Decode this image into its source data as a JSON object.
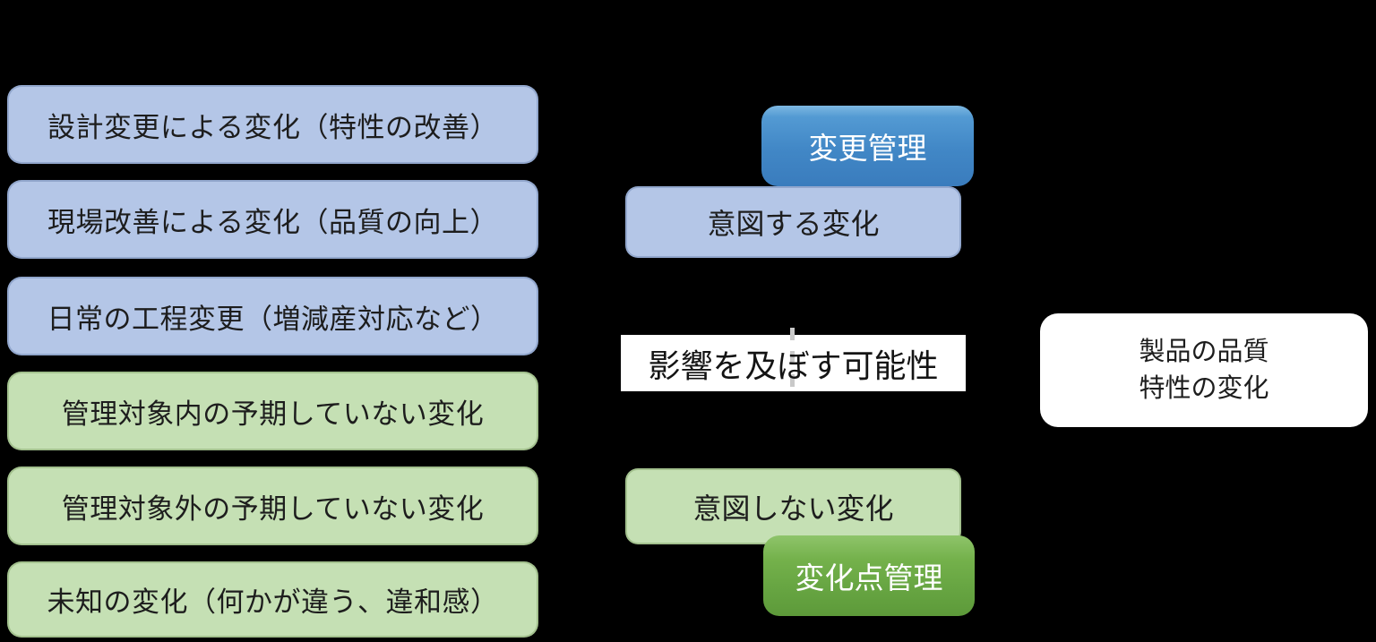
{
  "diagram": {
    "title_semantic": "change-management-vs-change-point-management",
    "left_column": {
      "boxes": [
        {
          "label": "設計変更による変化（特性の改善）",
          "type": "blue"
        },
        {
          "label": "現場改善による変化（品質の向上）",
          "type": "blue"
        },
        {
          "label": "日常の工程変更（増減産対応など）",
          "type": "blue"
        },
        {
          "label": "管理対象内の予期していない変化",
          "type": "green"
        },
        {
          "label": "管理対象外の予期していない変化",
          "type": "green"
        },
        {
          "label": "未知の変化（何かが違う、違和感）",
          "type": "green"
        }
      ]
    },
    "middle": {
      "change_control_label": "変更管理",
      "intended_change_label": "意図する変化",
      "impact_label": "影響を及ぼす可能性",
      "unintended_change_label": "意図しない変化",
      "change_point_control_label": "変化点管理"
    },
    "right": {
      "result_line1": "製品の品質",
      "result_line2": "特性の変化"
    },
    "colors": {
      "background": "#000000",
      "light_blue_fill": "#b4c6e7",
      "light_green_fill": "#c5e0b4",
      "accent_blue": "#4187c6",
      "accent_green": "#67a542",
      "white_box": "#ffffff",
      "dashed_connector": "#c9c9c9",
      "dark_text": "#1d1d1d",
      "white_text": "#ffffff"
    }
  }
}
